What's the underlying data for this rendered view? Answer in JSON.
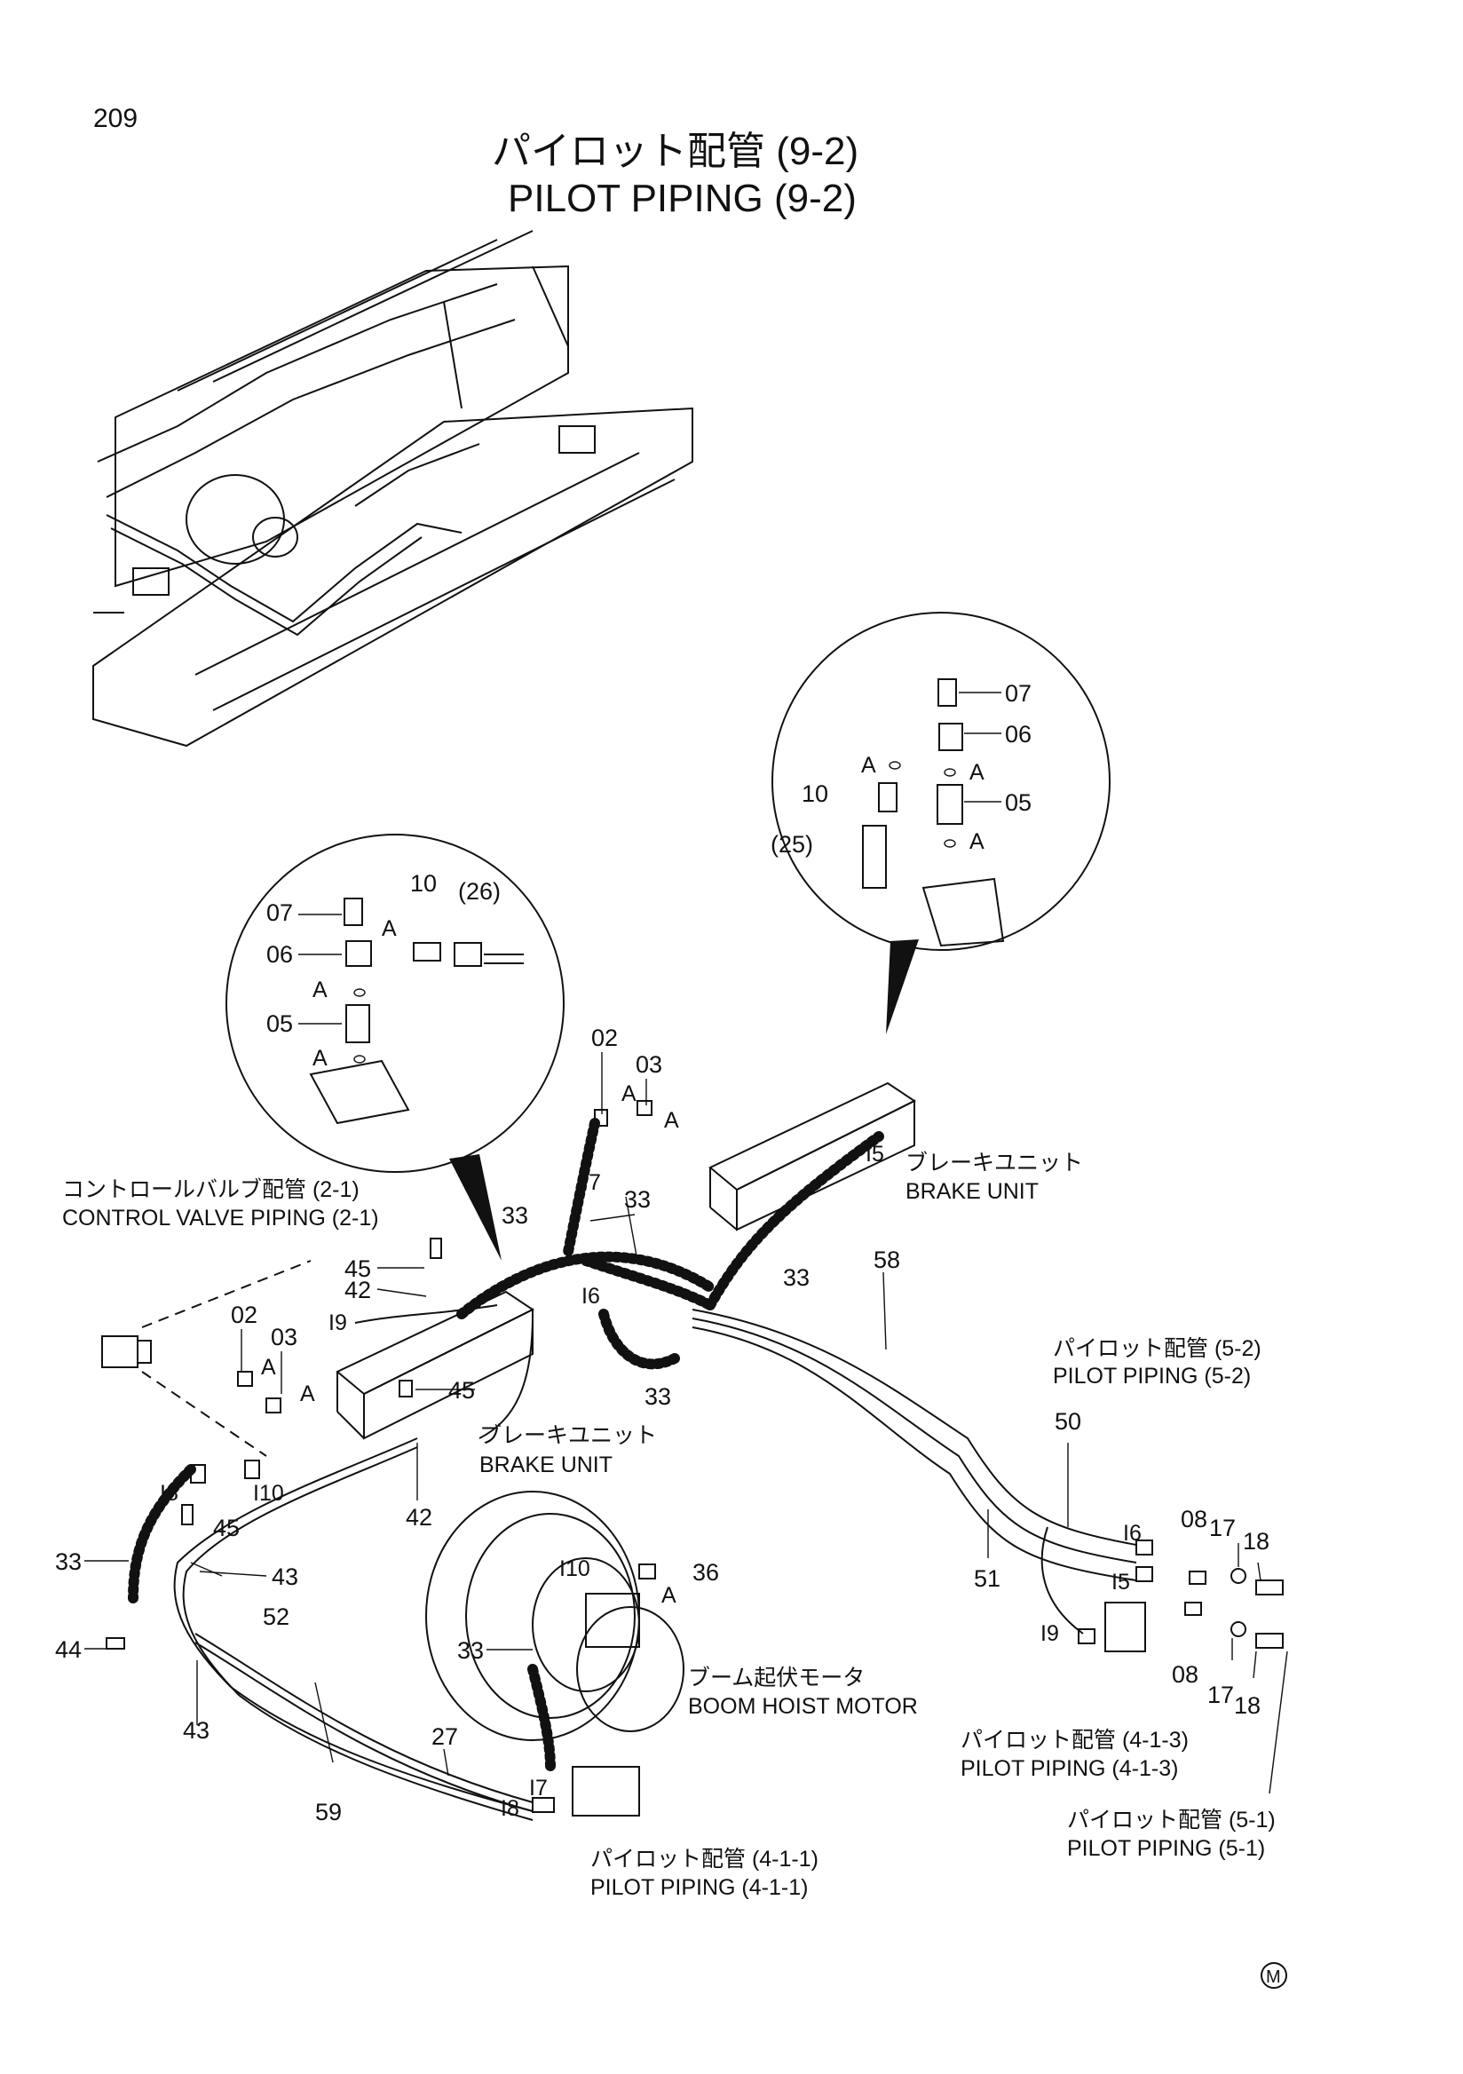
{
  "page_number": "209",
  "title": {
    "japanese": "パイロット配管 (9-2)",
    "english": "PILOT PIPING (9-2)"
  },
  "mark": "M",
  "references": {
    "control_valve_jp": "コントロールバルブ配管 (2-1)",
    "control_valve_en": "CONTROL VALVE PIPING (2-1)",
    "brake_unit_left_jp": "ブレーキユニット",
    "brake_unit_left_en": "BRAKE UNIT",
    "brake_unit_right_jp": "ブレーキユニット",
    "brake_unit_right_en": "BRAKE UNIT",
    "boom_hoist_jp": "ブーム起伏モータ",
    "boom_hoist_en": "BOOM HOIST MOTOR",
    "pp_5_2_jp": "パイロット配管 (5-2)",
    "pp_5_2_en": "PILOT PIPING (5-2)",
    "pp_4_1_3_jp": "パイロット配管 (4-1-3)",
    "pp_4_1_3_en": "PILOT PIPING (4-1-3)",
    "pp_5_1_jp": "パイロット配管 (5-1)",
    "pp_5_1_en": "PILOT PIPING (5-1)",
    "pp_4_1_1_jp": "パイロット配管 (4-1-1)",
    "pp_4_1_1_en": "PILOT PIPING (4-1-1)"
  },
  "detail_left": {
    "p07": "07",
    "p06": "06",
    "p05": "05",
    "p10": "10",
    "p26": "(26)",
    "a1": "A",
    "a2": "A",
    "a3": "A"
  },
  "detail_right": {
    "p07": "07",
    "p06": "06",
    "p05": "05",
    "p10": "10",
    "p25": "(25)",
    "a1": "A",
    "a2": "A",
    "a3": "A"
  },
  "parts": {
    "p02_top": "02",
    "p03_top": "03",
    "a_top1": "A",
    "a_top2": "A",
    "p02_left": "02",
    "p03_left": "03",
    "a_left1": "A",
    "a_left2": "A",
    "p33_a": "33",
    "p33_b": "33",
    "p33_c": "33",
    "p33_d": "33",
    "p33_e": "33",
    "p33_f": "33",
    "p45_a": "45",
    "p45_b": "45",
    "p45_c": "45",
    "p42_a": "42",
    "p42_b": "42",
    "p43_a": "43",
    "p43_b": "43",
    "p44": "44",
    "p52": "52",
    "p59": "59",
    "p27": "27",
    "p58": "58",
    "p50": "50",
    "p51": "51",
    "p36": "36",
    "a_36": "A",
    "p08_a": "08",
    "p08_b": "08",
    "p17_a": "17",
    "p17_b": "17",
    "p18_a": "18",
    "p18_b": "18",
    "i5_a": "I5",
    "i5_b": "I5",
    "i6_a": "I6",
    "i6_b": "I6",
    "i7_a": "I7",
    "i7_b": "I7",
    "i8_a": "I8",
    "i8_b": "I8",
    "i9_a": "I9",
    "i9_b": "I9",
    "i10_a": "I10",
    "i10_b": "I10"
  }
}
